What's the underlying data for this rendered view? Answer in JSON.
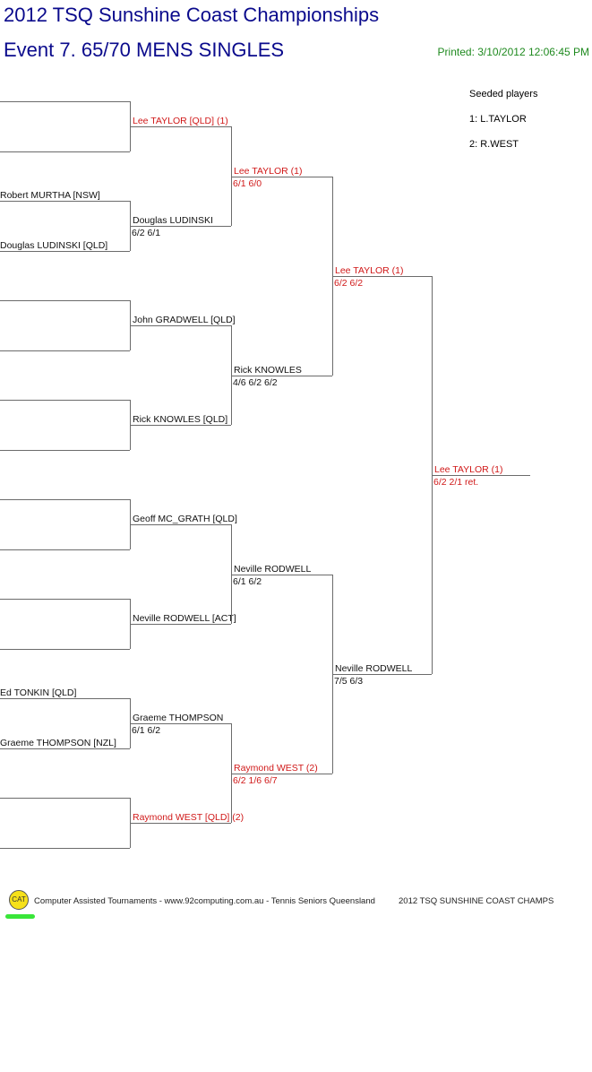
{
  "header": {
    "title": "2012 TSQ Sunshine Coast Championships",
    "event": "Event 7. 65/70 MENS SINGLES",
    "printed": "Printed: 3/10/2012 12:06:45 PM"
  },
  "seeded": {
    "heading": "Seeded players",
    "list": [
      "1: L.TAYLOR",
      "2: R.WEST"
    ]
  },
  "draw": {
    "entrants": [
      "",
      "",
      "Robert MURTHA [NSW]",
      "Douglas LUDINSKI [QLD]",
      "",
      "",
      "",
      "",
      "",
      "",
      "",
      "",
      "Ed TONKIN [QLD]",
      "Graeme THOMPSON [NZL]",
      "",
      ""
    ],
    "round1": [
      {
        "name": "Lee TAYLOR [QLD] (1)",
        "score": "",
        "seed": true
      },
      {
        "name": "Douglas LUDINSKI",
        "score": "6/2 6/1",
        "seed": false
      },
      {
        "name": "John GRADWELL [QLD]",
        "score": "",
        "seed": false
      },
      {
        "name": "Rick KNOWLES [QLD]",
        "score": "",
        "seed": false
      },
      {
        "name": "Geoff MC_GRATH [QLD]",
        "score": "",
        "seed": false
      },
      {
        "name": "Neville RODWELL [ACT]",
        "score": "",
        "seed": false
      },
      {
        "name": "Graeme THOMPSON",
        "score": "6/1 6/2",
        "seed": false
      },
      {
        "name": "Raymond WEST [QLD] (2)",
        "score": "",
        "seed": true
      }
    ],
    "quarterfinals": [
      {
        "name": "Lee TAYLOR (1)",
        "score": "6/1 6/0",
        "seed": true
      },
      {
        "name": "Rick KNOWLES",
        "score": "4/6 6/2 6/2",
        "seed": false
      },
      {
        "name": "Neville RODWELL",
        "score": "6/1 6/2",
        "seed": false
      },
      {
        "name": "Raymond WEST (2)",
        "score": "6/2 1/6 6/7",
        "seed": true
      }
    ],
    "semifinals": [
      {
        "name": "Lee TAYLOR (1)",
        "score": "6/2 6/2",
        "seed": true
      },
      {
        "name": "Neville RODWELL",
        "score": "7/5 6/3",
        "seed": false
      }
    ],
    "final": [
      {
        "name": "Lee TAYLOR (1)",
        "score": "6/2 2/1 ret.",
        "seed": true
      }
    ]
  },
  "footer": {
    "logo": "CAT",
    "credit": "Computer Assisted Tournaments - www.92computing.com.au -  Tennis Seniors Queensland",
    "tournament": "2012 TSQ SUNSHINE COAST CHAMPS"
  }
}
